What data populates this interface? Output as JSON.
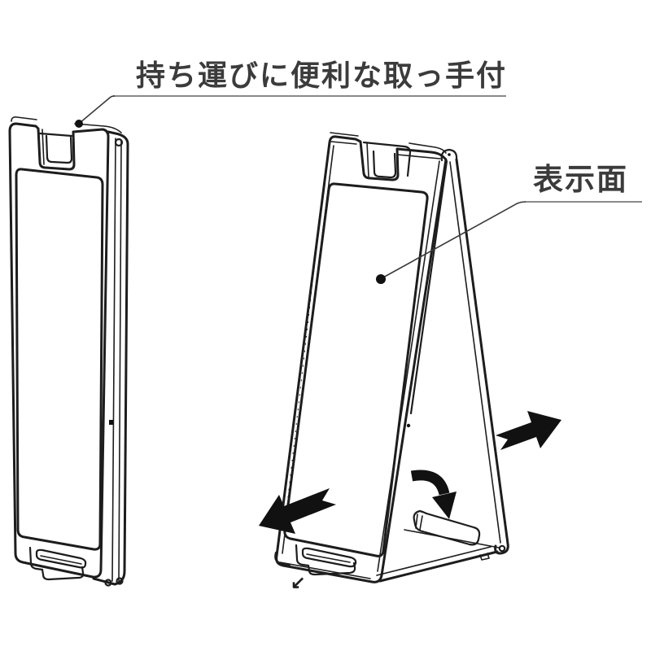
{
  "labels": {
    "handle": "持ち運びに便利な取っ手付",
    "display_surface": "表示面",
    "corner_mark": "↙"
  },
  "colors": {
    "background": "#ffffff",
    "line_art": "#1d1d1d",
    "label_text": "#3b3b3b",
    "leader_underline": "#8a8a8a",
    "arrow_fill": "#111111"
  },
  "figures": {
    "left_figure": "folded-sign-panel",
    "right_figure": "open-a-frame-sign-stand"
  },
  "icons": {
    "left_arrow": "unfold-direction-arrow-down-left",
    "right_arrow": "unfold-direction-arrow-right",
    "curved_arrow": "rotate-open-arrow",
    "handle_dot": "callout-dot-handle",
    "surface_dot": "callout-dot-surface"
  }
}
